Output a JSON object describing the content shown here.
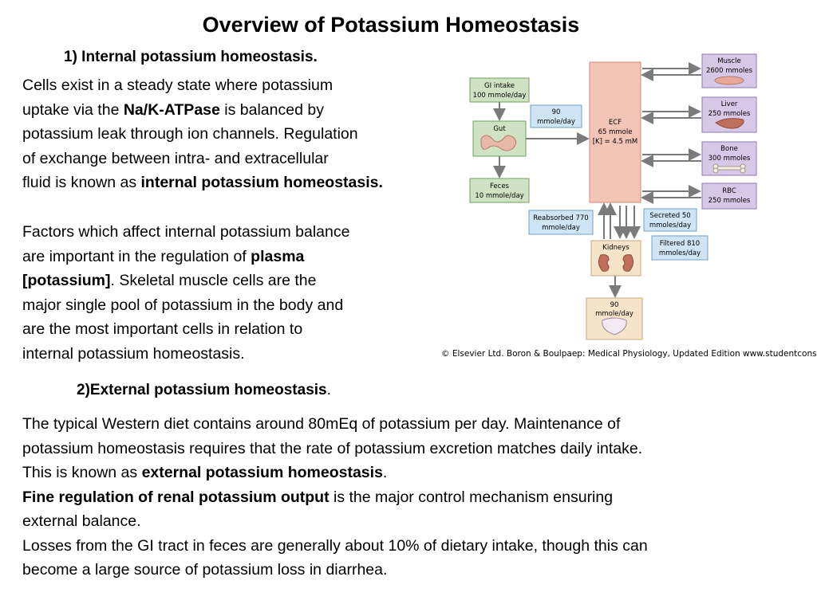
{
  "title": "Overview of Potassium Homeostasis",
  "section1": {
    "heading": "1) Internal potassium homeostasis.",
    "para1": {
      "l1": "Cells exist in a steady state where potassium",
      "l2a": "uptake via the ",
      "l2b": "Na/K-ATPase",
      "l2c": " is balanced by",
      "l3": "potassium leak through ion channels. Regulation",
      "l4": "of exchange between intra- and extracellular",
      "l5a": "fluid is known as ",
      "l5b": "internal potassium homeostasis."
    },
    "para2": {
      "l1": "Factors which affect internal potassium balance",
      "l2a": "are important in the regulation of ",
      "l2b": "plasma",
      "l3a": "[potassium]",
      "l3b": ". Skeletal muscle cells are the",
      "l4": "major single pool of potassium in the body and",
      "l5": "are the most important cells in relation to",
      "l6": "internal potassium homeostasis."
    }
  },
  "section2": {
    "heading": "2)External potassium homeostasis",
    "heading_end": ".",
    "para": {
      "l1": "The typical Western diet contains around 80mEq of potassium per day. Maintenance of",
      "l2": "potassium homeostasis requires that the rate of potassium excretion matches daily intake.",
      "l3a": "This is known as ",
      "l3b": "external potassium homeostasis",
      "l3c": ".",
      "l4a": "Fine regulation of renal potassium output",
      "l4b": " is the major control mechanism ensuring",
      "l5": "external balance.",
      "l6": "Losses from the GI tract in feces are generally about 10% of dietary intake, though this can",
      "l7": "become a large source of potassium loss in diarrhea."
    }
  },
  "diagram": {
    "gi_intake": [
      "GI intake",
      "100 mmole/day"
    ],
    "gut": "Gut",
    "absorbed": [
      "90",
      "mmole/day"
    ],
    "feces": [
      "Feces",
      "10 mmole/day"
    ],
    "ecf": [
      "ECF",
      "65 mmole",
      "[K] = 4.5 mM"
    ],
    "muscle": [
      "Muscle",
      "2600 mmoles"
    ],
    "liver": [
      "Liver",
      "250  mmoles"
    ],
    "bone": [
      "Bone",
      "300 mmoles"
    ],
    "rbc": [
      "RBC",
      "250 mmoles"
    ],
    "reabsorbed": [
      "Reabsorbed 770",
      "mmole/day"
    ],
    "secreted": [
      "Secreted 50",
      "mmoles/day"
    ],
    "filtered": [
      "Filtered 810",
      "mmoles/day"
    ],
    "kidneys": "Kidneys",
    "urine": [
      "90",
      "mmole/day"
    ],
    "colors": {
      "green_box": "#cfe3c4",
      "green_border": "#6fa35a",
      "ecf_fill": "#f4c4b6",
      "ecf_border": "#d28a78",
      "purple_box": "#d6c8e6",
      "purple_border": "#8e78b4",
      "blue_box": "#cfe4f4",
      "blue_border": "#6f9fc8",
      "tan_box": "#f6e4c8",
      "tan_border": "#c9a77a",
      "arrow": "#7a7a7a"
    }
  },
  "copyright": "© Elsevier Ltd. Boron & Boulpaep: Medical Physiology, Updated Edition   www.studentconsult.com"
}
